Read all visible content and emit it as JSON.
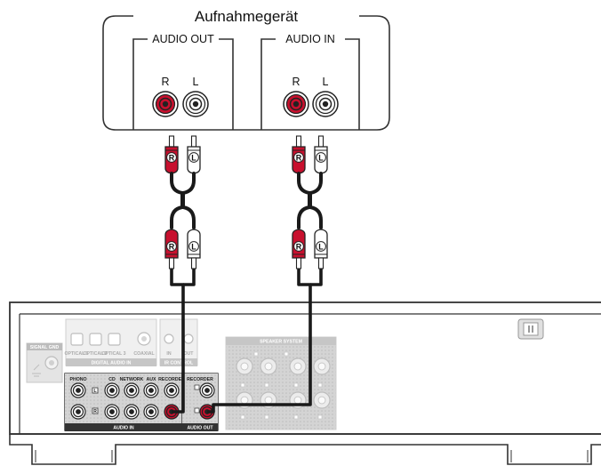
{
  "recorder": {
    "title": "Aufnahmegerät",
    "out_label": "AUDIO OUT",
    "in_label": "AUDIO IN",
    "r": "R",
    "l": "L"
  },
  "plugs": {
    "r": "R",
    "l": "L"
  },
  "amplifier": {
    "signal_gnd": "SIGNAL GND",
    "digital_audio_in": "DIGITAL AUDIO IN",
    "optical1": "OPTICAL 1",
    "optical2": "OPTICAL 2",
    "optical3": "OPTICAL 3",
    "coaxial": "COAXIAL",
    "ir_control": "IR CONTROL",
    "ir_in": "IN",
    "ir_out": "OUT",
    "speaker_system": "SPEAKER SYSTEM",
    "audio_in_group": "AUDIO IN",
    "audio_out_group": "AUDIO OUT",
    "phono": "PHONO",
    "cd": "CD",
    "network": "NETWORK",
    "aux": "AUX",
    "recorder_in": "RECORDER",
    "recorder_out": "RECORDER",
    "ch_l": "L",
    "ch_r": "R"
  },
  "colors": {
    "right_channel": "#c8102e",
    "left_channel": "#ffffff",
    "panel_outline": "#333333",
    "faded_panel": "#d9d9d9"
  }
}
